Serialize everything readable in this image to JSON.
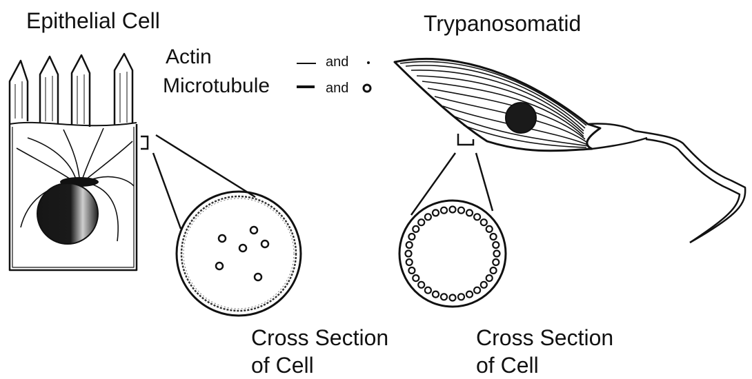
{
  "titles": {
    "epithelial": "Epithelial Cell",
    "trypanosomatid": "Trypanosomatid"
  },
  "legend": {
    "actin_label": "Actin",
    "actin_suffix": "and",
    "microtubule_label": "Microtubule",
    "microtubule_suffix": "and"
  },
  "captions": {
    "left_line1": "Cross Section",
    "left_line2": "of Cell",
    "right_line1": "Cross Section",
    "right_line2": "of Cell"
  }
}
